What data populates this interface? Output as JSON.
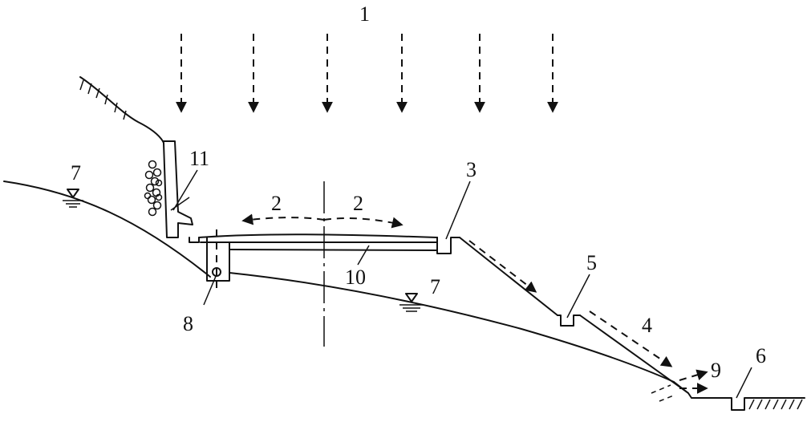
{
  "labels": {
    "rain": "1",
    "evap_left": "2",
    "evap_right": "2",
    "ditch_top": "3",
    "slope_runoff": "4",
    "ditch_mid": "5",
    "ditch_bottom": "6",
    "water_table_left": "7",
    "water_table_mid": "7",
    "drain_pipe": "8",
    "seepage": "9",
    "pavement": "10",
    "retaining_wall": "11"
  }
}
